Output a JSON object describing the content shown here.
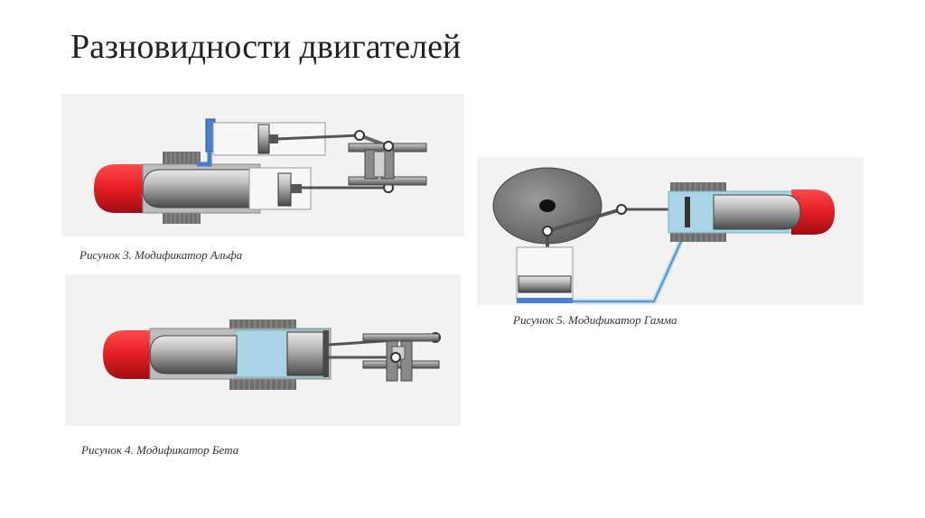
{
  "slide": {
    "title": "Разновидности двигателей"
  },
  "figures": {
    "alpha": {
      "caption": "Рисунок 3. Модификатор Альфа"
    },
    "beta": {
      "caption": "Рисунок 4. Модификатор Бета"
    },
    "gamma": {
      "caption": "Рисунок 5. Модификатор Гамма"
    }
  },
  "colors": {
    "hot_cap": "#e31e24",
    "cylinder": "#9a9a9a",
    "cold_water": "#4a7fd0",
    "regenerator": "#a8d4e6",
    "fins": "#6e6e6e",
    "flywheel": "#7a7a7a",
    "panel_bg": "#f2f2f2"
  }
}
